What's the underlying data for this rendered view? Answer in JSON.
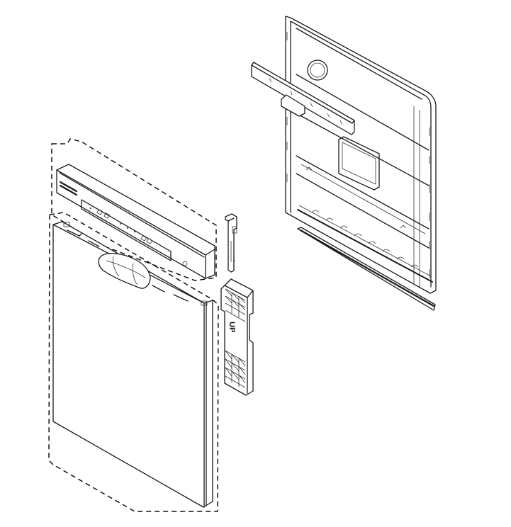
{
  "diagram": {
    "type": "exploded-parts-view",
    "subject": "dishwasher door assembly",
    "parts": [
      {
        "id": "control-panel",
        "label": ""
      },
      {
        "id": "outer-door-panel",
        "label": ""
      },
      {
        "id": "door-handle",
        "label": ""
      },
      {
        "id": "hinge-bracket",
        "label": ""
      },
      {
        "id": "packing-spacer",
        "label": "UP"
      },
      {
        "id": "inner-door-liner",
        "label": ""
      },
      {
        "id": "door-vent-bracket",
        "label": ""
      },
      {
        "id": "door-bottom-gasket",
        "label": ""
      }
    ],
    "spacer_label": "UP",
    "colors": {
      "line": "#1a1a1a",
      "background": "#ffffff"
    }
  }
}
